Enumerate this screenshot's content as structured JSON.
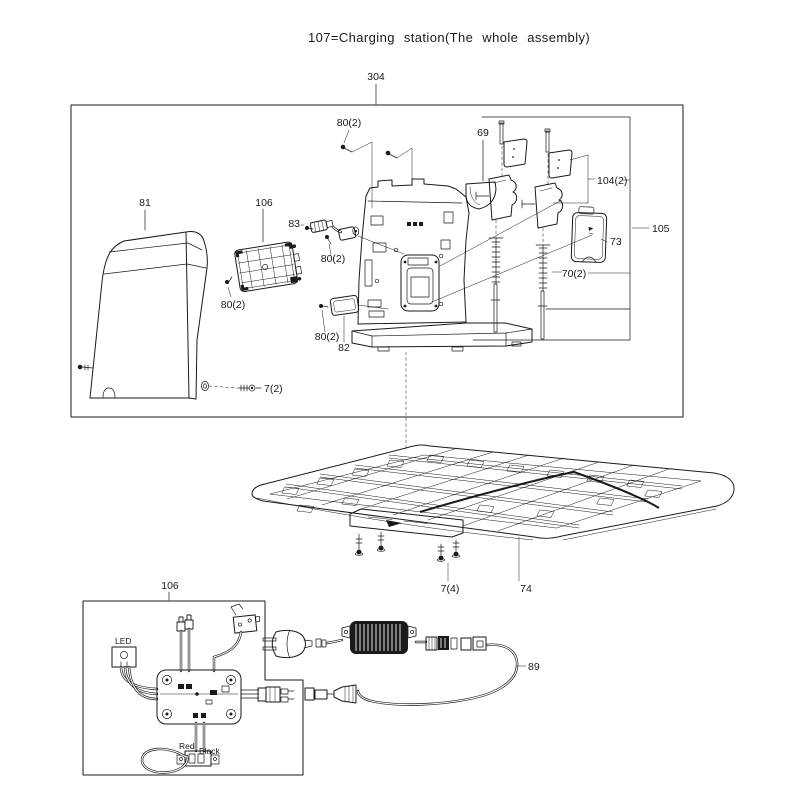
{
  "title": "107=Charging station(The whole assembly)",
  "colors": {
    "ink": "#1a1a1a",
    "background": "#ffffff",
    "adapter_body": "#1a1a1a"
  },
  "labels": {
    "p304": "304",
    "p80": "80(2)",
    "p69": "69",
    "p104": "104(2)",
    "p105": "105",
    "p73": "73",
    "p70": "70(2)",
    "p81": "81",
    "p106": "106",
    "p83": "83",
    "p82": "82",
    "p7_2": "7(2)",
    "p7_4": "7(4)",
    "p74": "74",
    "p89": "89",
    "led": "LED",
    "red": "Red",
    "black": "Black"
  }
}
